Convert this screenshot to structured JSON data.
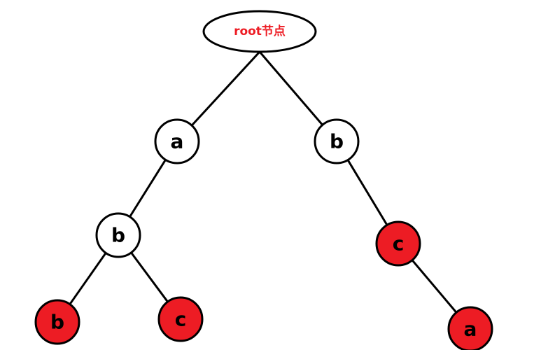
{
  "diagram": {
    "colors": {
      "background": "#ffffff",
      "stroke": "#000000",
      "plain_fill": "#ffffff",
      "highlight_fill": "#ed1c24",
      "root_label_color": "#ed1c24",
      "node_label_color": "#000000"
    },
    "root": {
      "label": "root节点"
    },
    "nodes": [
      {
        "id": "a1",
        "label": "a",
        "highlighted": false
      },
      {
        "id": "b1",
        "label": "b",
        "highlighted": false
      },
      {
        "id": "b2",
        "label": "b",
        "highlighted": false
      },
      {
        "id": "c1",
        "label": "c",
        "highlighted": true
      },
      {
        "id": "b3",
        "label": "b",
        "highlighted": true
      },
      {
        "id": "c2",
        "label": "c",
        "highlighted": true
      },
      {
        "id": "a2",
        "label": "a",
        "highlighted": true
      }
    ],
    "edges": [
      {
        "from": "root",
        "to": "a1"
      },
      {
        "from": "root",
        "to": "b1"
      },
      {
        "from": "a1",
        "to": "b2"
      },
      {
        "from": "b1",
        "to": "c1"
      },
      {
        "from": "b2",
        "to": "b3"
      },
      {
        "from": "b2",
        "to": "c2"
      },
      {
        "from": "c1",
        "to": "a2"
      }
    ]
  }
}
